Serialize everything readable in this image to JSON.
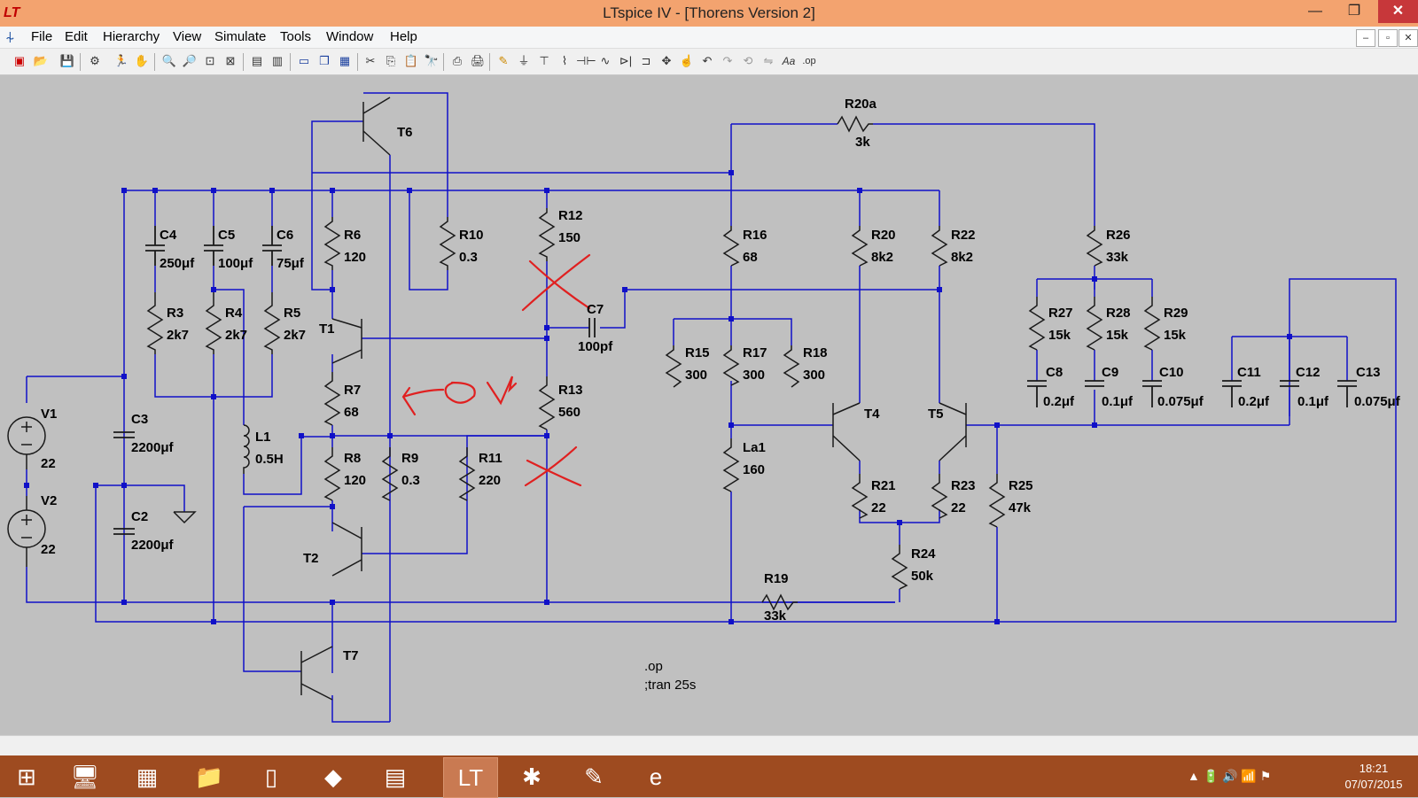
{
  "window": {
    "title": "LTspice IV - [Thorens Version 2]",
    "app_icon": "LT",
    "minimize": "—",
    "maximize": "❐",
    "close": "✕"
  },
  "menu": {
    "file": "File",
    "edit": "Edit",
    "hierarchy": "Hierarchy",
    "view": "View",
    "simulate": "Simulate",
    "tools": "Tools",
    "window": "Window",
    "help": "Help"
  },
  "mdi": {
    "min": "–",
    "restore": "▫",
    "close": "✕"
  },
  "toolbar": {
    "new": "▣",
    "open": "📂",
    "save": "💾",
    "control_panel": "⚙",
    "run": "🏃",
    "pan": "✋",
    "zoom_in": "🔍",
    "zoom_out": "🔎",
    "zoom_fit": "⊡",
    "cancel_zoom": "⊠",
    "waveform": "▤",
    "autorange": "▥",
    "tile_h": "▭",
    "cascade": "❐",
    "tile_v": "▦",
    "cut": "✂",
    "copy": "⎘",
    "paste": "📋",
    "find": "🔭",
    "print_preview": "⎙",
    "print": "🖨",
    "wire": "✎",
    "ground": "⏚",
    "label_net": "⊤",
    "resistor": "⌇",
    "capacitor": "⊣⊢",
    "inductor": "∿",
    "diode": "⊳|",
    "component": "⊐",
    "move": "✥",
    "drag": "☝",
    "undo": "↶",
    "redo": "↷",
    "rotate": "⟲",
    "mirror": "⇋",
    "text": "Aa",
    "spice_directive": ".op"
  },
  "schematic": {
    "components": {
      "T6": "T6",
      "T1": "T1",
      "T2": "T2",
      "T7": "T7",
      "T4": "T4",
      "T5": "T5",
      "R20a": "R20a",
      "R20a_val": "3k",
      "C4": "C4",
      "C4_val": "250μf",
      "C5": "C5",
      "C5_val": "100μf",
      "C6": "C6",
      "C6_val": "75μf",
      "R6": "R6",
      "R6_val": "120",
      "R10": "R10",
      "R10_val": "0.3",
      "R12": "R12",
      "R12_val": "150",
      "R16": "R16",
      "R16_val": "68",
      "R20": "R20",
      "R20_val": "8k2",
      "R22": "R22",
      "R22_val": "8k2",
      "R26": "R26",
      "R26_val": "33k",
      "R3": "R3",
      "R3_val": "2k7",
      "R4": "R4",
      "R4_val": "2k7",
      "R5": "R5",
      "R5_val": "2k7",
      "C7": "C7",
      "C7_val": "100pf",
      "R27": "R27",
      "R27_val": "15k",
      "R28": "R28",
      "R28_val": "15k",
      "R29": "R29",
      "R29_val": "15k",
      "R15": "R15",
      "R15_val": "300",
      "R17": "R17",
      "R17_val": "300",
      "R18": "R18",
      "R18_val": "300",
      "C8": "C8",
      "C8_val": "0.2μf",
      "C9": "C9",
      "C9_val": "0.1μf",
      "C10": "C10",
      "C10_val": "0.075μf",
      "C11": "C11",
      "C11_val": "0.2μf",
      "C12": "C12",
      "C12_val": "0.1μf",
      "C13": "C13",
      "C13_val": "0.075μf",
      "R7": "R7",
      "R7_val": "68",
      "R13": "R13",
      "R13_val": "560",
      "V1": "V1",
      "V1_val": "22",
      "V2": "V2",
      "V2_val": "22",
      "C3": "C3",
      "C3_val": "2200μf",
      "C2": "C2",
      "C2_val": "2200μf",
      "L1": "L1",
      "L1_val": "0.5H",
      "R8": "R8",
      "R8_val": "120",
      "R9": "R9",
      "R9_val": "0.3",
      "R11": "R11",
      "R11_val": "220",
      "La1": "La1",
      "La1_val": "160",
      "R21": "R21",
      "R21_val": "22",
      "R23": "R23",
      "R23_val": "22",
      "R25": "R25",
      "R25_val": "47k",
      "R24": "R24",
      "R24_val": "50k",
      "R19": "R19",
      "R19_val": "33k"
    },
    "directives": {
      "op": ".op",
      "tran": ";tran 25s"
    },
    "colors": {
      "wire": "#1010c8",
      "junction": "#1010c8",
      "component": "#1a1a1a",
      "annotation": "#e02020",
      "background": "#c0c0c0"
    }
  },
  "taskbar": {
    "clock_time": "18:21",
    "clock_date": "07/07/2015",
    "icons": [
      "windows-start-icon",
      "remote-desktop-icon",
      "firewall-icon",
      "file-explorer-icon",
      "notepad-icon",
      "eraser-icon",
      "calculator-icon",
      "ltspice-icon",
      "spider-icon",
      "paint-icon",
      "internet-explorer-icon"
    ],
    "tray": "▲ 🔋 🔊 📶 ⚑"
  }
}
